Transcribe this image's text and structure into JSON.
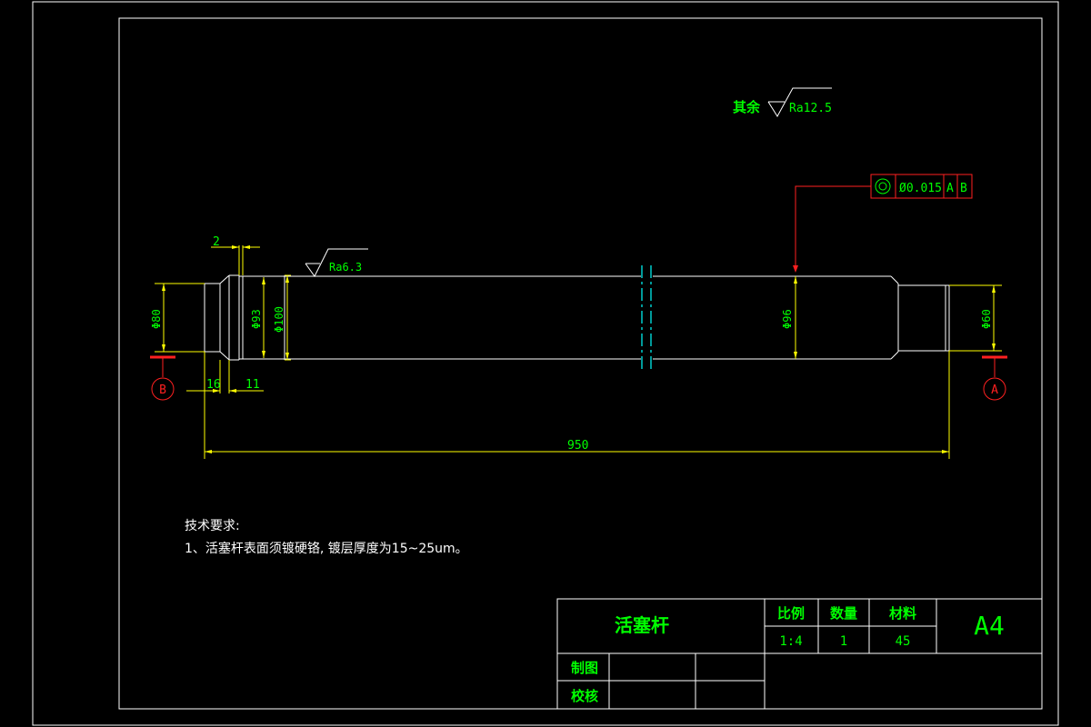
{
  "colors": {
    "background": "#000000",
    "outline": "#ffffff",
    "dimension": "#ffff00",
    "text": "#00ff00",
    "datum": "#ff2020",
    "centerline": "#00ffff"
  },
  "roughness": {
    "general_prefix": "其余",
    "general_value": "Ra12.5",
    "surface_value": "Ra6.3"
  },
  "tolerance_frame": {
    "symbol": "coaxiality-icon",
    "value": "Ø0.015",
    "datum_1": "A",
    "datum_2": "B"
  },
  "datums": {
    "left": "B",
    "right": "A"
  },
  "dimensions": {
    "chamfer_width": "2",
    "dia_left_end": "Φ80",
    "dia_groove": "Φ93",
    "dia_collar": "Φ100",
    "dia_rod": "Φ96",
    "dia_right_end": "Φ60",
    "len_left_step": "16",
    "len_collar": "11",
    "overall_length": "950"
  },
  "notes": {
    "heading": "技术要求:",
    "item_1": "1、活塞杆表面须镀硬铬, 镀层厚度为15~25um。"
  },
  "title_block": {
    "part_name": "活塞杆",
    "scale_label": "比例",
    "scale_value": "1:4",
    "qty_label": "数量",
    "qty_value": "1",
    "material_label": "材料",
    "material_value": "45",
    "sheet_size": "A4",
    "drawn_by_label": "制图",
    "checked_by_label": "校核"
  }
}
